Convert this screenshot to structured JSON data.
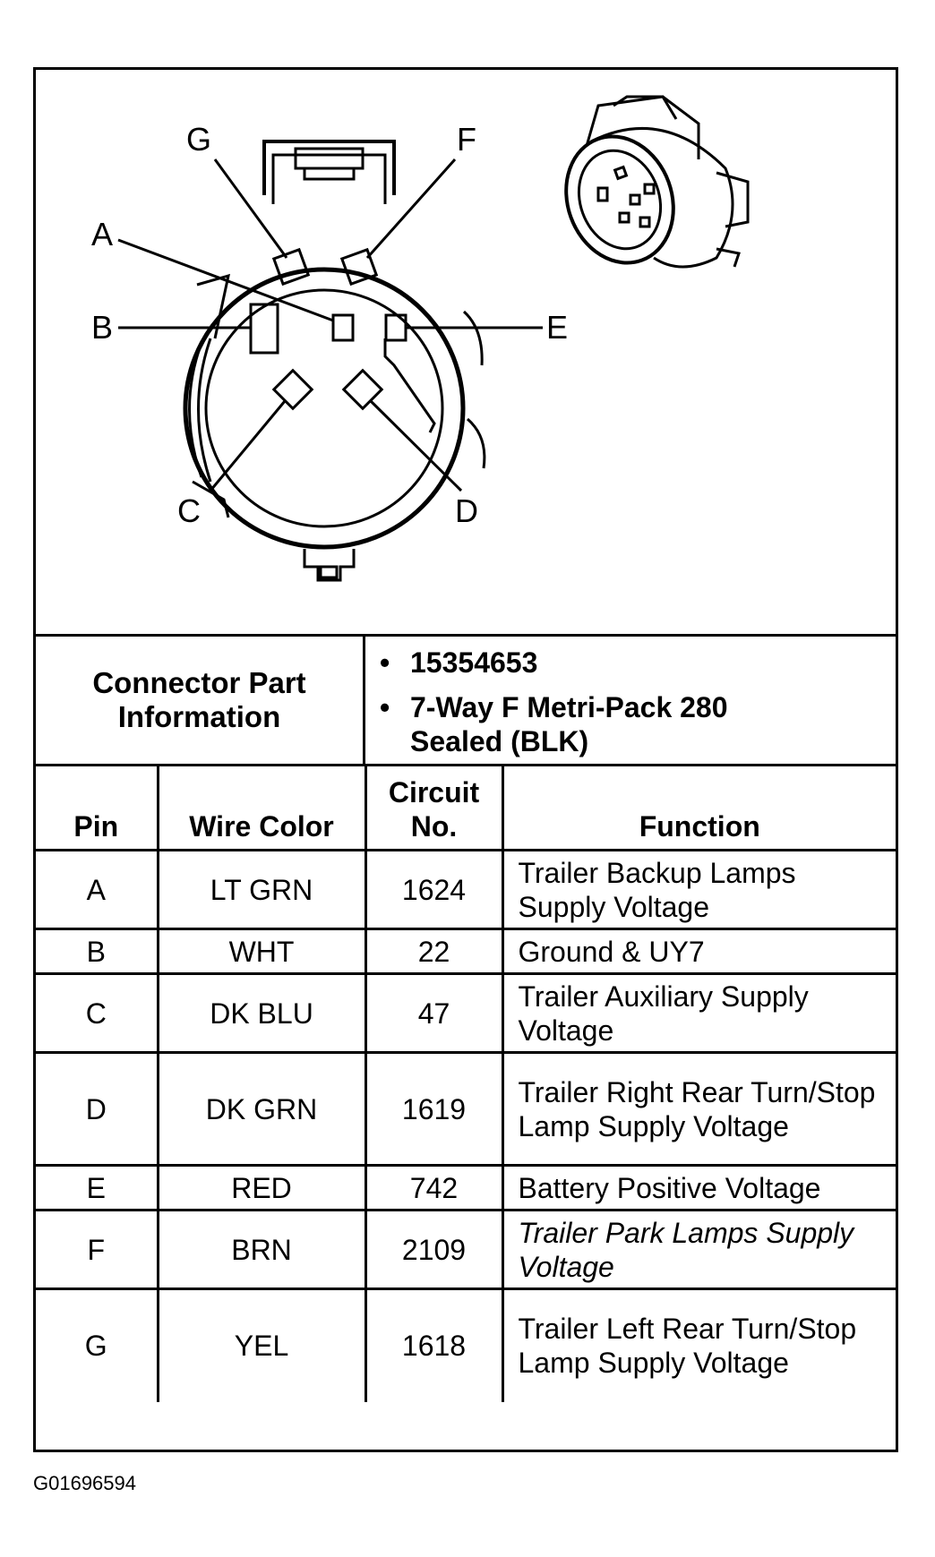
{
  "diagram": {
    "pin_labels": [
      "A",
      "B",
      "C",
      "D",
      "E",
      "F",
      "G"
    ]
  },
  "connector_info": {
    "label": "Connector Part Information",
    "bullets": [
      "15354653",
      "7-Way F Metri-Pack 280 Sealed (BLK)"
    ]
  },
  "table": {
    "headers": {
      "pin": "Pin",
      "wire_color": "Wire Color",
      "circuit_no": "Circuit No.",
      "function": "Function"
    },
    "rows": [
      {
        "pin": "A",
        "wire_color": "LT GRN",
        "circuit_no": "1624",
        "function": "Trailer Backup Lamps Supply Voltage"
      },
      {
        "pin": "B",
        "wire_color": "WHT",
        "circuit_no": "22",
        "function": "Ground & UY7"
      },
      {
        "pin": "C",
        "wire_color": "DK BLU",
        "circuit_no": "47",
        "function": "Trailer Auxiliary Supply Voltage"
      },
      {
        "pin": "D",
        "wire_color": "DK GRN",
        "circuit_no": "1619",
        "function": "Trailer Right Rear Turn/Stop Lamp Supply Voltage"
      },
      {
        "pin": "E",
        "wire_color": "RED",
        "circuit_no": "742",
        "function": "Battery Positive Voltage"
      },
      {
        "pin": "F",
        "wire_color": "BRN",
        "circuit_no": "2109",
        "function": "Trailer Park Lamps Supply Voltage"
      },
      {
        "pin": "G",
        "wire_color": "YEL",
        "circuit_no": "1618",
        "function": "Trailer Left Rear Turn/Stop Lamp Supply Voltage"
      }
    ]
  },
  "figure_id": "G01696594"
}
